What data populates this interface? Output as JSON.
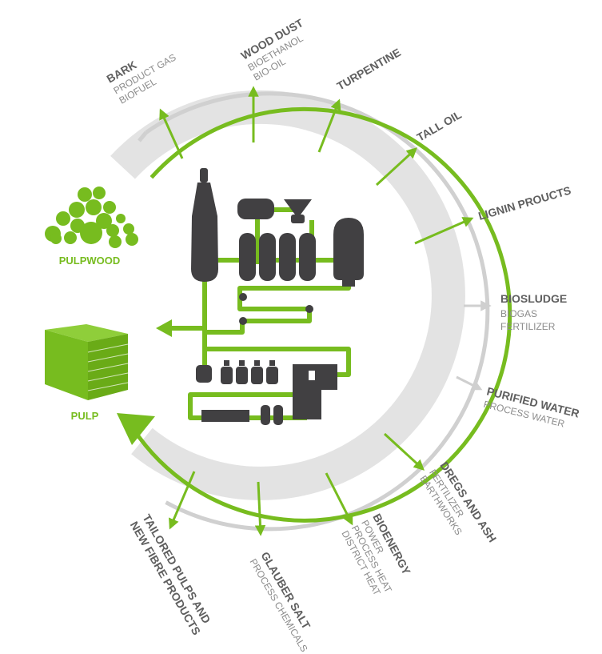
{
  "colors": {
    "green": "#77bc1f",
    "dark_grey": "#414042",
    "light_grey": "#d9d9d9",
    "outline_grey": "#cfcfcf",
    "text_grey": "#5f5f5f"
  },
  "inputs": {
    "pulpwood": "PULPWOOD",
    "pulp": "PULP"
  },
  "products": {
    "bark": {
      "title": "BARK",
      "sub": [
        "PRODUCT GAS",
        "BIOFUEL"
      ]
    },
    "wood_dust": {
      "title": "WOOD DUST",
      "sub": [
        "BIOETHANOL",
        "BIO-OIL"
      ]
    },
    "turpentine": {
      "title": "TURPENTINE"
    },
    "tall_oil": {
      "title": "TALL OIL"
    },
    "lignin": {
      "title": "LIGNIN PROUCTS"
    },
    "biosludge": {
      "title": "BIOSLUDGE",
      "sub": [
        "BIOGAS",
        "FERTILIZER"
      ]
    },
    "purified_water": {
      "title": "PURIFIED WATER",
      "sub": [
        "PROCESS WATER"
      ]
    },
    "dregs": {
      "title": "DREGS AND ASH",
      "sub": [
        "FERTILIZER",
        "EARTHWORKS"
      ]
    },
    "bioenergy": {
      "title": "BIOENERGY",
      "sub": [
        "POWER",
        "PROCESS HEAT",
        "DISTRICT HEAT"
      ]
    },
    "glauber": {
      "title": "GLAUBER SALT",
      "sub": [
        "PROCESS CHEMICALS"
      ]
    },
    "tailored": {
      "title": [
        "TAILORED PULPS AND",
        "NEW FIBRE PRODUCTS"
      ]
    }
  }
}
